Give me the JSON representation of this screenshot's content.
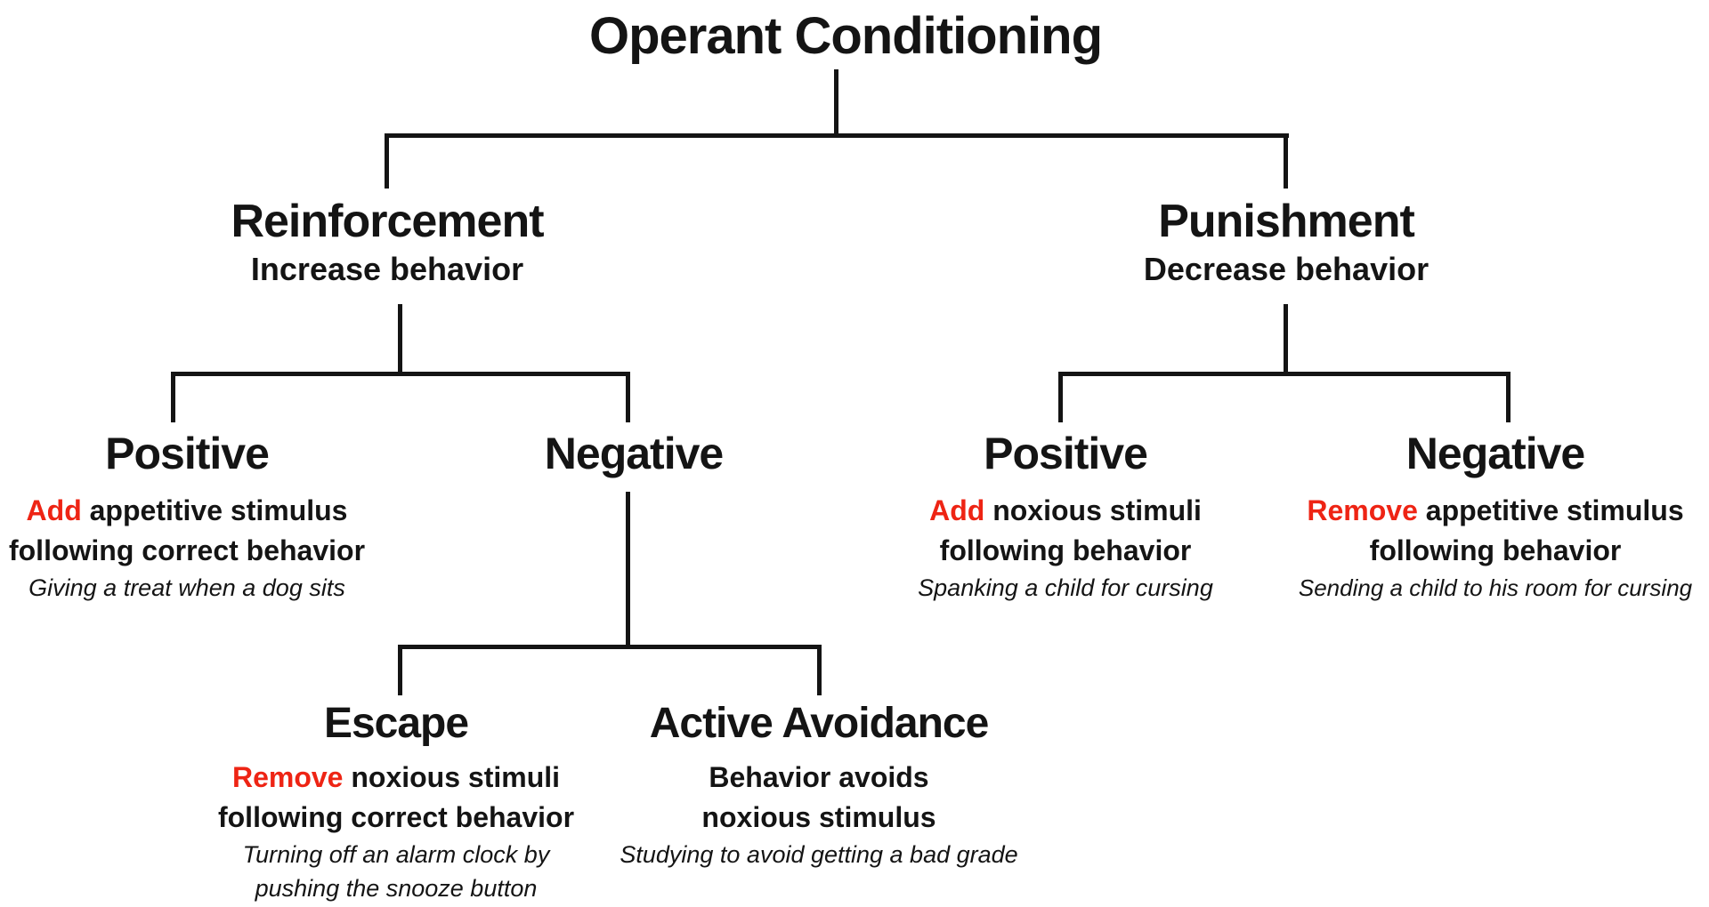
{
  "colors": {
    "background": "#ffffff",
    "text": "#141414",
    "line": "#141414",
    "accent_red": "#ee2414"
  },
  "title": "Operant Conditioning",
  "nodes": {
    "reinforcement": {
      "label": "Reinforcement",
      "subtitle": "Increase behavior"
    },
    "punishment": {
      "label": "Punishment",
      "subtitle": "Decrease behavior"
    },
    "reinforcement_positive": {
      "label": "Positive",
      "desc_highlight": "Add",
      "desc_rest": " appetitive stimulus",
      "desc_line2": "following correct behavior",
      "example1": "Giving a treat when a dog sits"
    },
    "reinforcement_negative": {
      "label": "Negative"
    },
    "punishment_positive": {
      "label": "Positive",
      "desc_highlight": "Add",
      "desc_rest": " noxious stimuli",
      "desc_line2": "following behavior",
      "example1": "Spanking a child for cursing"
    },
    "punishment_negative": {
      "label": "Negative",
      "desc_highlight": "Remove",
      "desc_rest": " appetitive stimulus",
      "desc_line2": "following behavior",
      "example1": "Sending a child to his room for cursing"
    },
    "escape": {
      "label": "Escape",
      "desc_highlight": "Remove",
      "desc_rest": " noxious stimuli",
      "desc_line2": "following correct behavior",
      "example1": "Turning off an alarm clock by",
      "example2": "pushing the snooze button"
    },
    "active_avoidance": {
      "label": "Active Avoidance",
      "desc_line1": "Behavior avoids",
      "desc_line2": "noxious stimulus",
      "example1": "Studying to avoid getting a bad grade"
    }
  }
}
